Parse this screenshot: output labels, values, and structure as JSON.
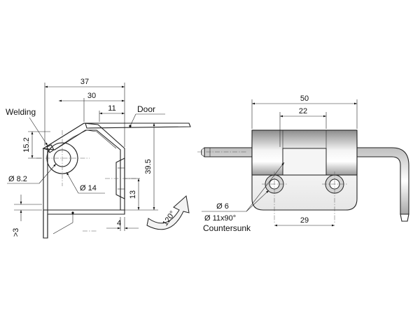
{
  "side_view": {
    "dimensions": {
      "overall_width": "37",
      "inner_width": "30",
      "offset": "11",
      "height_upper": "15.2",
      "height_total": "39.5",
      "height_lower": "13",
      "thickness": "4",
      "pin_diameter": "Ø 8.2",
      "knuckle_diameter": "Ø 14",
      "clearance": ">3"
    },
    "labels": {
      "welding": "Welding",
      "door": "Door",
      "angle": "120°"
    }
  },
  "front_view": {
    "dimensions": {
      "overall_width": "50",
      "knuckle_width": "22",
      "hole_spacing": "29",
      "hole_diameter": "Ø 6",
      "countersink": "Ø 11x90°"
    },
    "labels": {
      "countersunk": "Countersunk"
    }
  },
  "colors": {
    "line": "#222222",
    "metal_light": "#f2f2f2",
    "metal_mid": "#cfcfcf",
    "metal_dark": "#9a9a9a"
  }
}
